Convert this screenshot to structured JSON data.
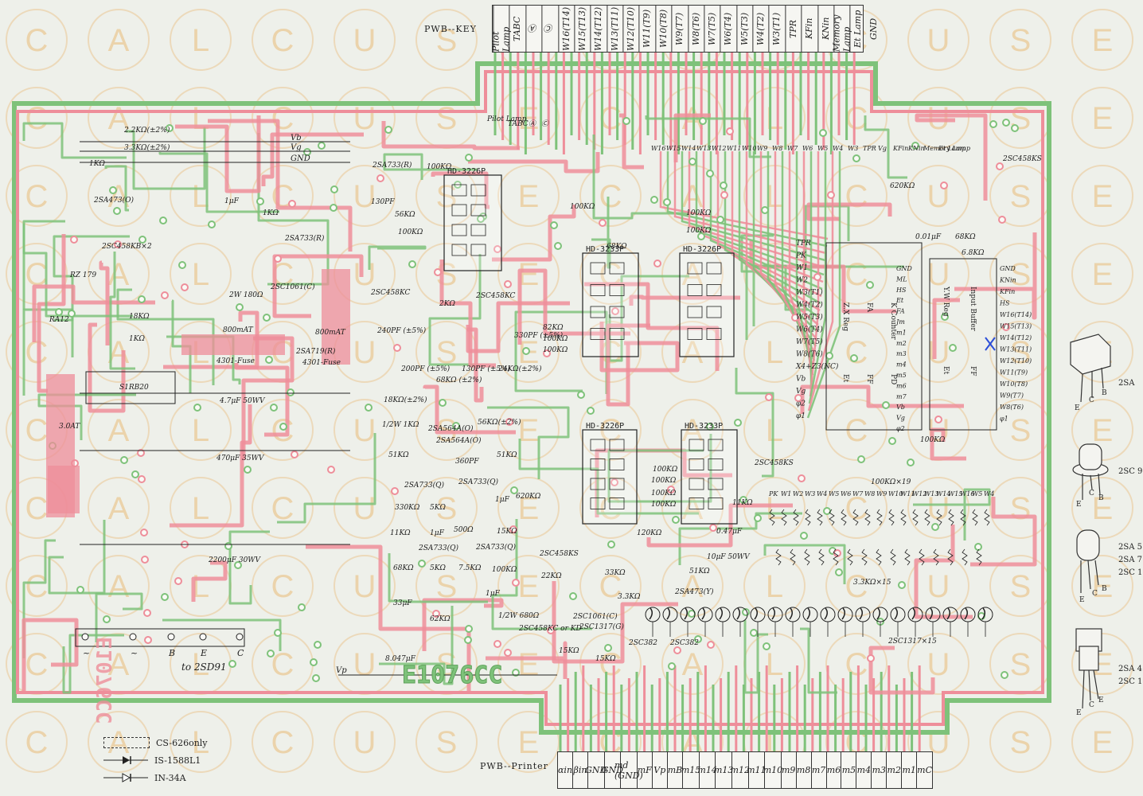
{
  "connectors": {
    "key": {
      "title": "PWB--KEY",
      "pins": [
        "Pilot Lamp",
        "TABC",
        "Ⓐ",
        "Ⓒ",
        "W16(T14)",
        "W15(T13)",
        "W14(T12)",
        "W13(T11)",
        "W12(T10)",
        "W11(T9)",
        "W10(T8)",
        "W9(T7)",
        "W8(T6)",
        "W7(T5)",
        "W6(T4)",
        "W5(T3)",
        "W4(T2)",
        "W3(T1)",
        "TPR",
        "KFin",
        "KNin",
        "Memory Lamp",
        "Et Lamp",
        "GND"
      ]
    },
    "printer": {
      "title": "PWB--Printer",
      "pins": [
        "αin",
        "βin",
        "GND",
        "GND",
        "md (GND)",
        "mF",
        "Vp",
        "mB",
        "m15",
        "m14",
        "m13",
        "m12",
        "m11",
        "m10",
        "m9",
        "m8",
        "m7",
        "m6",
        "m5",
        "m4",
        "m3",
        "m2",
        "m1",
        "mC"
      ]
    }
  },
  "board_mark": "E1076CC",
  "chips": [
    {
      "label": "HD-3226P"
    },
    {
      "label": "HD-3233P"
    },
    {
      "label": "HD-3226P"
    },
    {
      "label": "HD-3226P"
    },
    {
      "label": "HD-3233P"
    }
  ],
  "components": [
    "2.2KΩ(±2%)",
    "3.3KΩ(±2%)",
    "1KΩ",
    "2SA473(O)",
    "2SC458KB×2",
    "1μF",
    "1KΩ",
    "2SA733(R)",
    "2SC1061(C)",
    "2W 180Ω",
    "RZ 179",
    "RA12",
    "18KΩ",
    "1KΩ",
    "800mAT",
    "4301-Fuse",
    "800mAT",
    "4301-Fuse",
    "2SA719(R)",
    "S1RB20",
    "4.7μF 50WV",
    "3.0AT",
    "470μF 35WV",
    "2200μF 30WV",
    "2SA733(R)",
    "100KΩ",
    "130PF",
    "56KΩ",
    "100KΩ",
    "2SC458KC",
    "2KΩ",
    "2SC458KC",
    "240PF (±5%)",
    "200PF (±5%)",
    "68KΩ (±2%)",
    "130PF (±5%)",
    "330PF (±5%)",
    "82KΩ",
    "100KΩ",
    "100KΩ",
    "24KΩ(±2%)",
    "18KΩ(±2%)",
    "1/2W 1KΩ",
    "2SA564A(O)",
    "56KΩ(±2%)",
    "2SA564A(O)",
    "51KΩ",
    "360PF",
    "51KΩ",
    "2SA733(Q)",
    "2SA733(Q)",
    "330KΩ",
    "5KΩ",
    "1μF",
    "620KΩ",
    "11KΩ",
    "1μF",
    "500Ω",
    "15KΩ",
    "2SA733(Q)",
    "2SA733(Q)",
    "68KΩ",
    "5KΩ",
    "7.5KΩ",
    "100KΩ",
    "2SC458KS",
    "22KΩ",
    "33μF",
    "1μF",
    "62KΩ",
    "1/2W 680Ω",
    "2SC458KC or KD",
    "2SC1061(C)",
    "2SC1317(G)",
    "15KΩ",
    "15KΩ",
    "8.047μF",
    "100KΩ",
    "68KΩ",
    "100KΩ",
    "100KΩ",
    "33KΩ",
    "120KΩ",
    "0.47μF",
    "10μF 50WV",
    "2SA473(Y)",
    "51KΩ",
    "3.3KΩ",
    "2SC458KS",
    "100KΩ",
    "100KΩ",
    "100KΩ",
    "100KΩ",
    "11KΩ",
    "620KΩ",
    "0.01μF",
    "68KΩ",
    "6.8KΩ",
    "2SC458KS",
    "100KΩ",
    "100KΩ×19",
    "3.3KΩ×15",
    "2SC1317×15",
    "2SC382",
    "2SC382"
  ],
  "rails": [
    "Vb",
    "Vg",
    "GND"
  ],
  "rails_left_labels": [
    "Pilot Lamp",
    "TABC",
    "Ⓐ",
    "Ⓒ"
  ],
  "bus_labels": [
    "W16",
    "W15",
    "W14",
    "W13",
    "W12",
    "W11",
    "W10",
    "W9",
    "W8",
    "W7",
    "W6",
    "W5",
    "W4",
    "W3",
    "TPR",
    "Vg",
    "KFin",
    "KNin",
    "Memory Lamp",
    "Et Lamp"
  ],
  "center_block": {
    "labels": [
      "TPR",
      "PK",
      "W1",
      "W2",
      "W3(T1)",
      "W4(T2)",
      "W5(T3)",
      "W6(T4)",
      "W7(T5)",
      "W8(T6)",
      "X4+Z3(NC)",
      "Vb",
      "Vg",
      "φ2",
      "φ1"
    ],
    "regs": [
      "Z.X Reg",
      "FA",
      "K Counter",
      "Et",
      "FF",
      "PD"
    ]
  },
  "right_block": {
    "labels": [
      "GND",
      "KNin",
      "KFin",
      "HS",
      "W16(T14)",
      "W15(T13)",
      "W14(T12)",
      "W13(T11)",
      "W12(T10)",
      "W11(T9)",
      "W10(T8)",
      "W9(T7)",
      "W8(T6)",
      "φ1"
    ],
    "regs": [
      "Y.W Reg",
      "Input Buffer",
      "Et",
      "FF"
    ],
    "mids": [
      "GND",
      "ML",
      "HS",
      "Et",
      "FA",
      "Jm",
      "m1",
      "m2",
      "m3",
      "m4",
      "m5",
      "m6",
      "m7",
      "Vb",
      "Vg",
      "φ2"
    ]
  },
  "bottom_bus": [
    "PK",
    "W1",
    "W2",
    "W3",
    "W4",
    "W5",
    "W6",
    "W7",
    "W8",
    "W9",
    "W10",
    "W11",
    "W12",
    "W13",
    "W14",
    "W15",
    "W16",
    "W5",
    "W4"
  ],
  "bottom_labels": [
    "~",
    "~",
    "B",
    "E",
    "C"
  ],
  "bottom_caption": "to 2SD91",
  "vp_label": "Vp",
  "legend": [
    {
      "symbol": "dashed-box",
      "text": "CS-626only"
    },
    {
      "symbol": "diode",
      "text": "IS-1588L1"
    },
    {
      "symbol": "diode",
      "text": "IN-34A"
    }
  ],
  "side_parts": [
    {
      "label": "2SA",
      "pins": [
        "E",
        "C",
        "B"
      ]
    },
    {
      "label": "2SC 9",
      "pins": [
        "E",
        "C",
        "B"
      ]
    },
    {
      "label": "2SA 5",
      "pins": [],
      "extra": [
        "2SA 7",
        "2SC 1"
      ]
    },
    {
      "label": "2SA 4",
      "pins": [
        "E",
        "C",
        "E"
      ],
      "extra": [
        "2SC 1"
      ]
    }
  ],
  "side_pin_labels": [
    "E",
    "C",
    "B"
  ],
  "watermark": {
    "rows": [
      "C",
      "A",
      "L",
      "C",
      "U",
      "S",
      "E",
      "C",
      "A",
      "L",
      "C",
      "U",
      "S",
      "E"
    ],
    "color": "#e8b060"
  },
  "colors": {
    "trace_green": "#7ec27a",
    "trace_pink": "#ee8e9a",
    "ink": "#222222",
    "paper": "#eef0ea"
  }
}
